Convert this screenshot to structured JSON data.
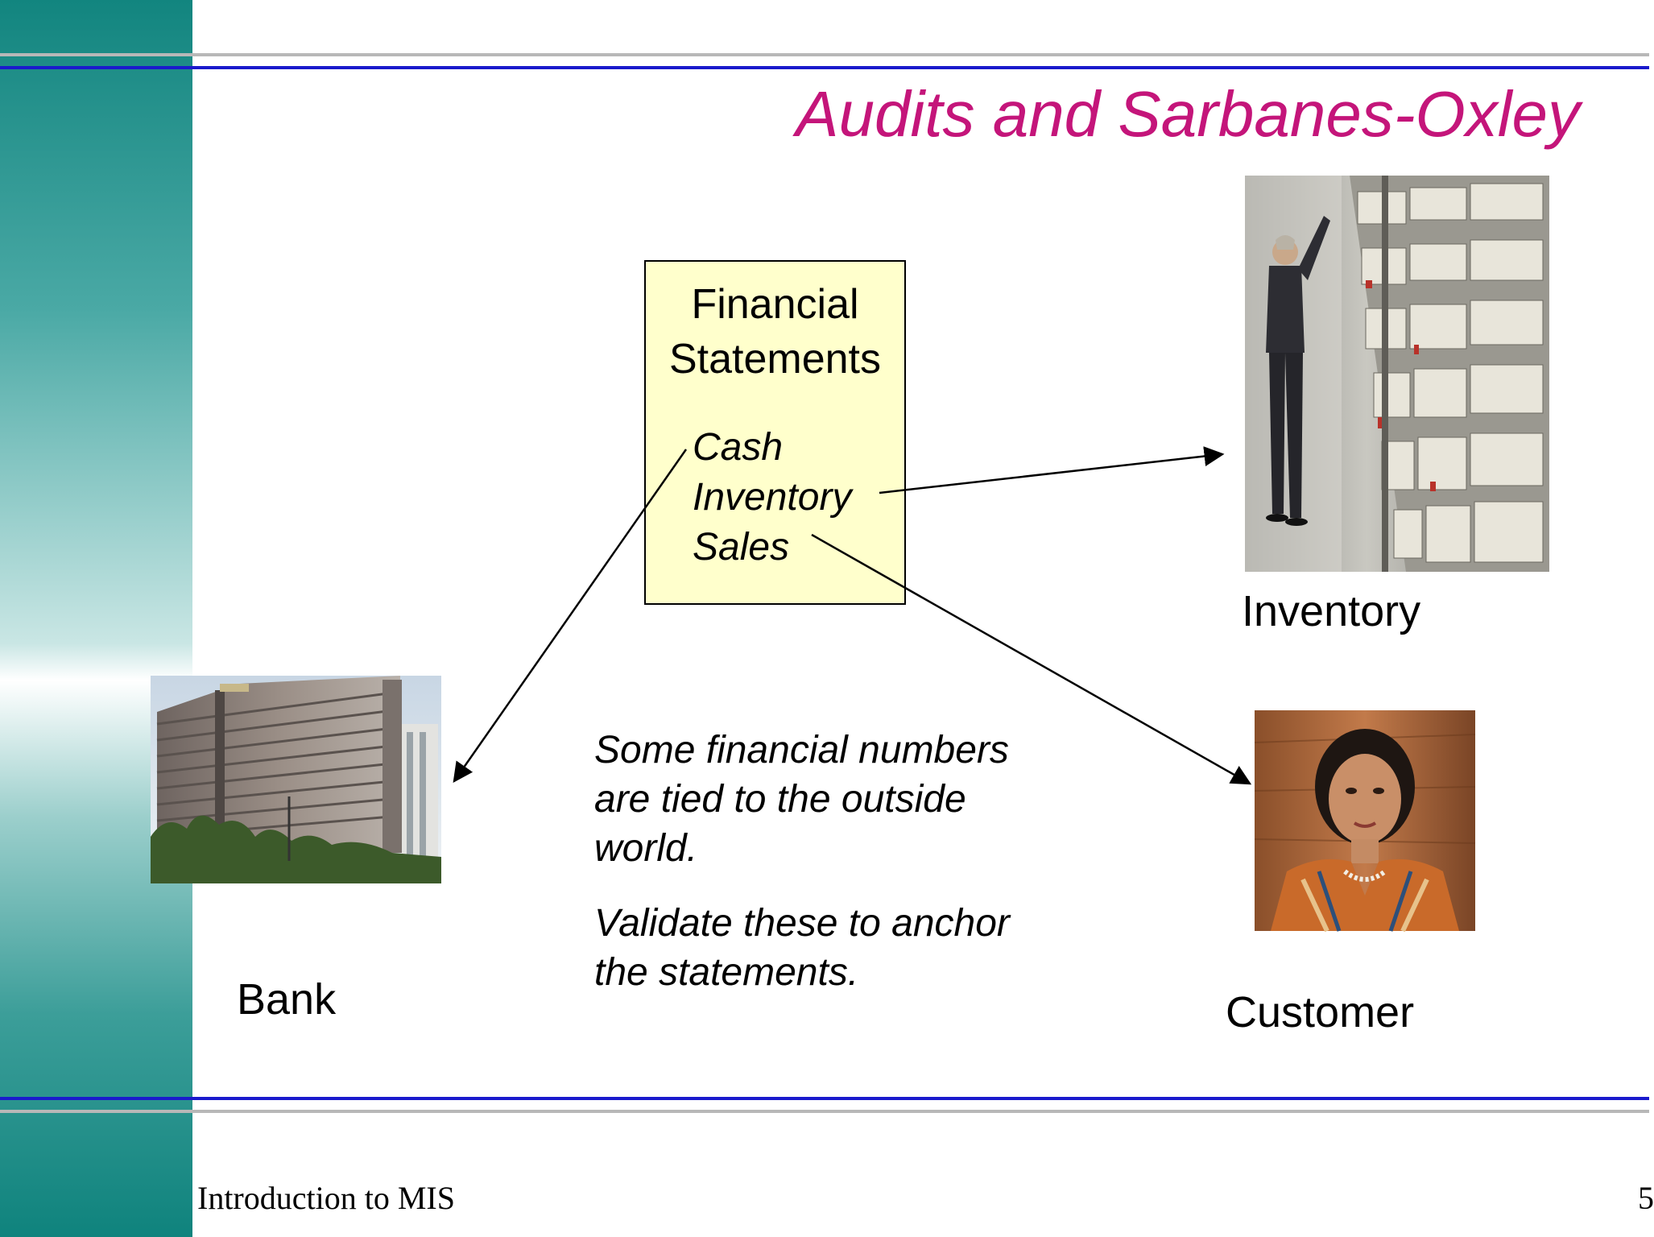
{
  "slide": {
    "title": "Audits and Sarbanes-Oxley",
    "footer_text": "Introduction to MIS",
    "page_number": "5"
  },
  "financial_statements": {
    "title_line1": "Financial",
    "title_line2": "Statements",
    "items": [
      "Cash",
      "Inventory",
      "Sales"
    ]
  },
  "labels": {
    "inventory": "Inventory",
    "bank": "Bank",
    "customer": "Customer"
  },
  "note": {
    "paragraph1": [
      "Some financial numbers",
      "are tied to the outside",
      "world."
    ],
    "paragraph2": [
      "Validate these to anchor",
      "the statements."
    ]
  },
  "colors": {
    "title": "#c4157a",
    "box_fill": "#ffffcc",
    "rule_blue": "#1a1acc",
    "rule_gray": "#b8b8b8",
    "sidebar_teal": "#12857f"
  }
}
